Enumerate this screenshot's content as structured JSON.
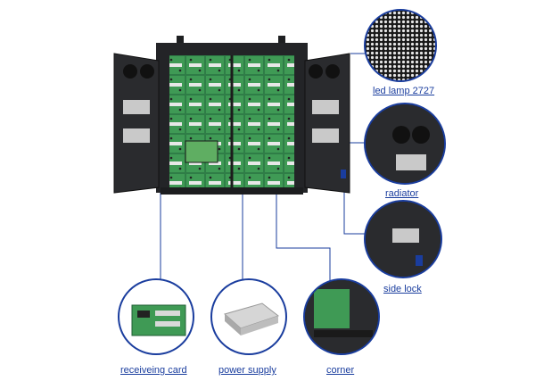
{
  "labels": {
    "led_lamp": "led lamp 2727",
    "radiator": "radiator",
    "side_lock": "side lock",
    "receiving_card": "receiveing card",
    "power_supply": "power supply",
    "corner": "corner"
  },
  "colors": {
    "accent": "#1a3d9e",
    "cabinet": "#2a2b2e",
    "board": "#3f9a55"
  }
}
